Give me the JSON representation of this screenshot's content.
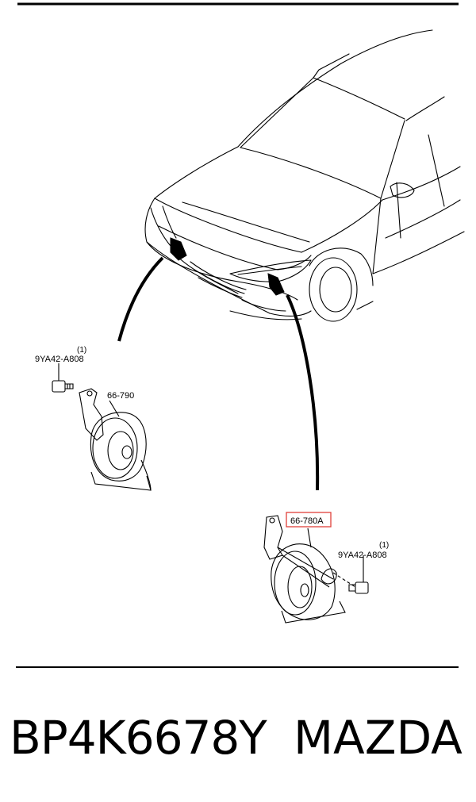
{
  "diagram": {
    "left_horn": {
      "part_label": "66-790",
      "bolt_label": "9YA42-A808",
      "bolt_qty": "(1)"
    },
    "right_horn": {
      "part_label": "66-780A",
      "bolt_label": "9YA42-A808",
      "bolt_qty": "(1)",
      "highlight_color": "#e0403a"
    }
  },
  "caption": {
    "part_number": "BP4K6678Y",
    "brand": "MAZDA"
  }
}
